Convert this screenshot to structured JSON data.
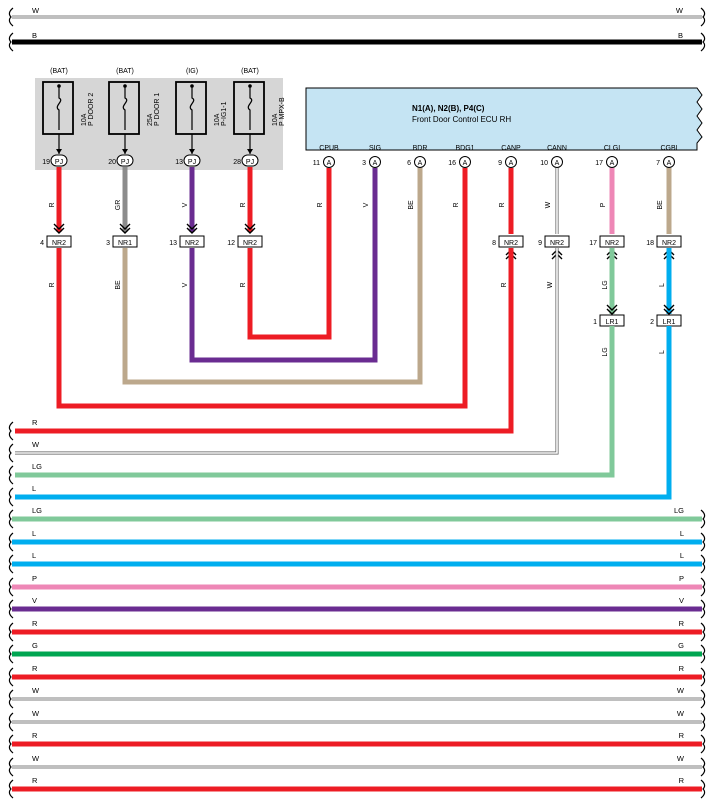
{
  "header_buses": [
    {
      "id": "W",
      "left": "W",
      "right": "W",
      "color": "#ffffff"
    },
    {
      "id": "B",
      "left": "B",
      "right": "B",
      "color": "#000000"
    }
  ],
  "power_block": {
    "fuses": [
      {
        "source": "(BAT)",
        "rating": "10A",
        "name": "P DOOR 2",
        "pin": "19",
        "conn": "PJ"
      },
      {
        "source": "(BAT)",
        "rating": "25A",
        "name": "P DOOR 1",
        "pin": "20",
        "conn": "PJ"
      },
      {
        "source": "(IG)",
        "rating": "10A",
        "name": "P-IG1-1",
        "pin": "13",
        "conn": "PJ"
      },
      {
        "source": "(BAT)",
        "rating": "10A",
        "name": "P MPX-B",
        "pin": "28",
        "conn": "PJ"
      }
    ]
  },
  "ecu": {
    "title": "N1(A), N2(B), P4(C)",
    "subtitle": "Front Door Control ECU RH",
    "pins": [
      {
        "name": "CPUB",
        "num": "11",
        "conn": "A"
      },
      {
        "name": "SIG",
        "num": "3",
        "conn": "A"
      },
      {
        "name": "BDR",
        "num": "6",
        "conn": "A"
      },
      {
        "name": "BDG1",
        "num": "16",
        "conn": "A"
      },
      {
        "name": "CANP",
        "num": "9",
        "conn": "A"
      },
      {
        "name": "CANN",
        "num": "10",
        "conn": "A"
      },
      {
        "name": "CLGI",
        "num": "17",
        "conn": "A"
      },
      {
        "name": "CGBI",
        "num": "7",
        "conn": "A"
      }
    ]
  },
  "wire_labels": {
    "fuse_upper": [
      "R",
      "GR",
      "V",
      "R"
    ],
    "fuse_lower": [
      "R",
      "BE",
      "V",
      "R"
    ],
    "ecu_upper": [
      "R",
      "V",
      "BE",
      "R",
      "R",
      "W",
      "P",
      "BE"
    ],
    "ecu_lower": [
      "R",
      "W",
      "LG",
      "L"
    ],
    "lr1_lower": [
      "LG",
      "L"
    ]
  },
  "connectors_nr": [
    {
      "pin": "4",
      "id": "NR2"
    },
    {
      "pin": "3",
      "id": "NR1"
    },
    {
      "pin": "13",
      "id": "NR2"
    },
    {
      "pin": "12",
      "id": "NR2"
    },
    {
      "pin": "8",
      "id": "NR2"
    },
    {
      "pin": "9",
      "id": "NR2"
    },
    {
      "pin": "17",
      "id": "NR2"
    },
    {
      "pin": "18",
      "id": "NR2"
    }
  ],
  "connectors_lr": [
    {
      "pin": "1",
      "id": "LR1"
    },
    {
      "pin": "2",
      "id": "LR1"
    }
  ],
  "output_wires": [
    {
      "label": "R",
      "color": "#ed1c24"
    },
    {
      "label": "W",
      "color": "#ffffff"
    },
    {
      "label": "LG",
      "color": "#80c99a"
    },
    {
      "label": "L",
      "color": "#00aeef"
    }
  ],
  "buses": [
    {
      "left": "LG",
      "right": "LG",
      "color": "#80c99a"
    },
    {
      "left": "L",
      "right": "L",
      "color": "#00aeef"
    },
    {
      "left": "L",
      "right": "L",
      "color": "#00aeef"
    },
    {
      "left": "P",
      "right": "P",
      "color": "#ee87b6"
    },
    {
      "left": "V",
      "right": "V",
      "color": "#6a2c91"
    },
    {
      "left": "R",
      "right": "R",
      "color": "#ed1c24"
    },
    {
      "left": "G",
      "right": "G",
      "color": "#00a651"
    },
    {
      "left": "R",
      "right": "R",
      "color": "#ed1c24"
    },
    {
      "left": "W",
      "right": "W",
      "color": "#ffffff"
    },
    {
      "left": "W",
      "right": "W",
      "color": "#ffffff"
    },
    {
      "left": "R",
      "right": "R",
      "color": "#ed1c24"
    },
    {
      "left": "W",
      "right": "W",
      "color": "#ffffff"
    },
    {
      "left": "R",
      "right": "R",
      "color": "#ed1c24"
    }
  ],
  "colors": {
    "R": "#ed1c24",
    "GR": "#8c8c8c",
    "V": "#6a2c91",
    "BE": "#bca88c",
    "W": "#ffffff",
    "P": "#ee87b6",
    "LG": "#80c99a",
    "L": "#00aeef",
    "G": "#00a651",
    "B": "#000000",
    "ecu_fill": "#c5e4f3",
    "block_fill": "#d6d6d6"
  }
}
